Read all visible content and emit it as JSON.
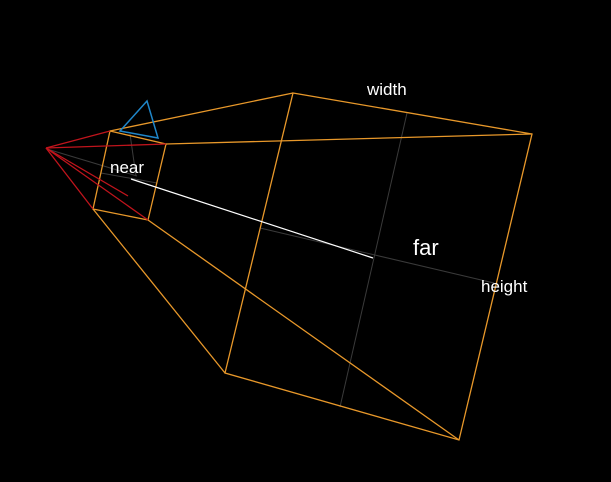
{
  "labels": {
    "near": "near",
    "far": "far",
    "width": "width",
    "height": "height"
  },
  "colors": {
    "background": "#000000",
    "frustum": "#e8982a",
    "camera": "#c0141c",
    "up_indicator": "#1f86c9",
    "center_axis": "#ffffff",
    "guide_lines": "#3a3a3a",
    "text": "#ffffff"
  }
}
